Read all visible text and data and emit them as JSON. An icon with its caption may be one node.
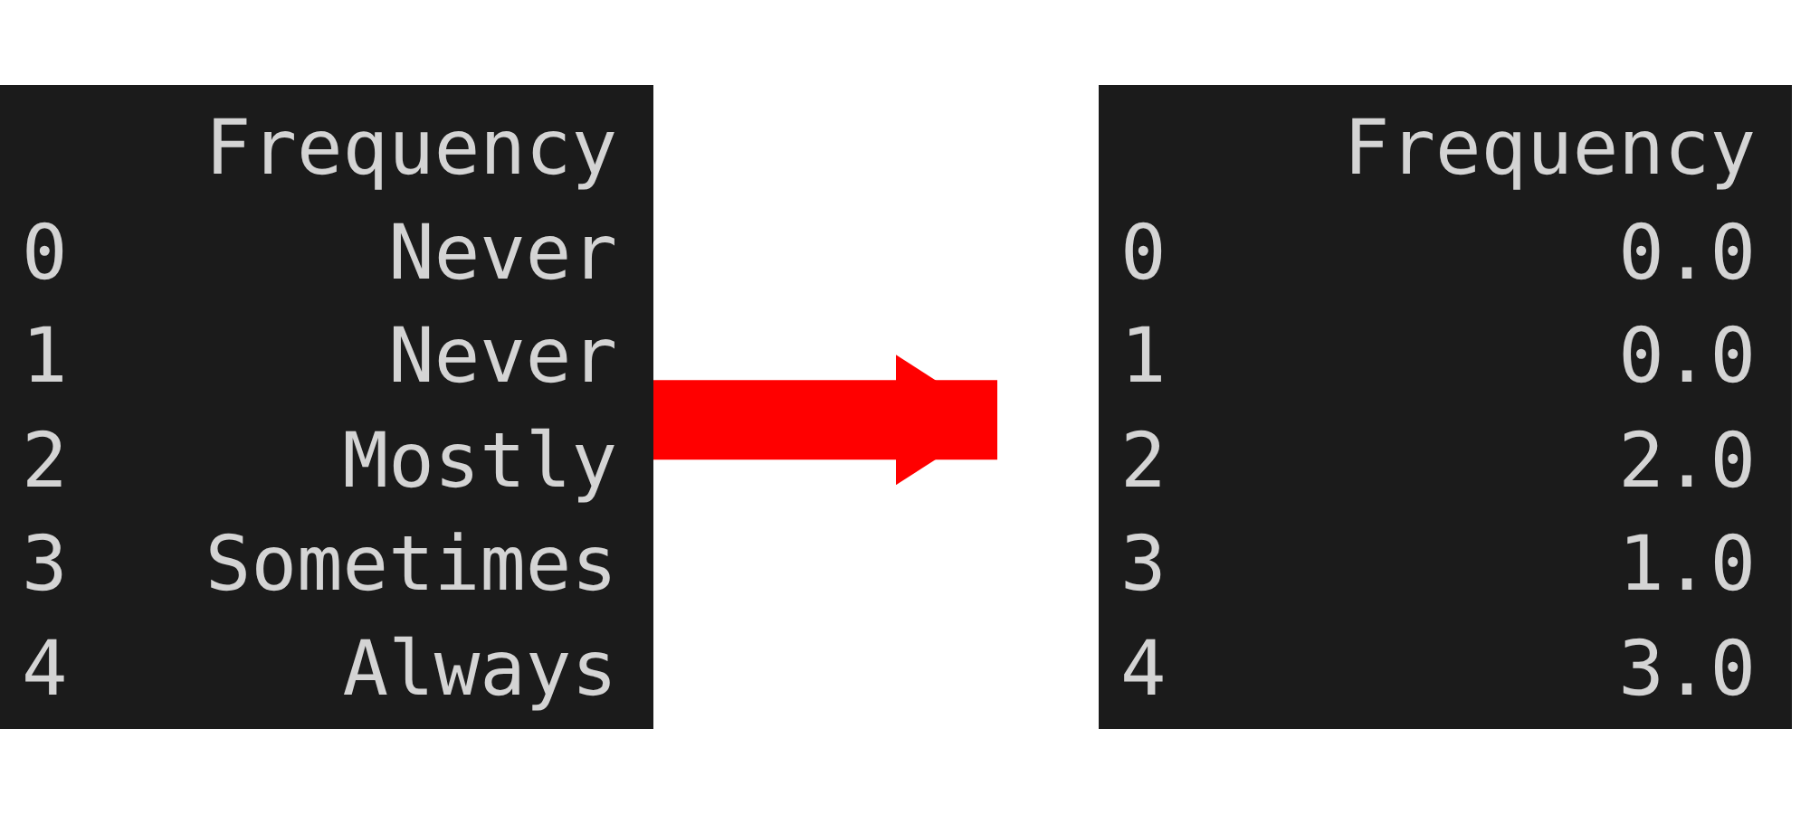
{
  "diagram": {
    "nodes": [
      {
        "text": [
          "Frequency",
          "0",
          "Never",
          "1",
          "Never",
          "2",
          "Mostly",
          "3",
          "Sometimes",
          "4",
          "Always"
        ]
      },
      {
        "text": [
          "Frequency",
          "0",
          "0.0",
          "1",
          "0.0",
          "2",
          "2.0",
          "3",
          "1.0",
          "4",
          "3.0"
        ]
      }
    ],
    "edges": [
      {
        "from": 0,
        "to": 1,
        "arrow": "to",
        "color": "#ff0000"
      }
    ]
  }
}
